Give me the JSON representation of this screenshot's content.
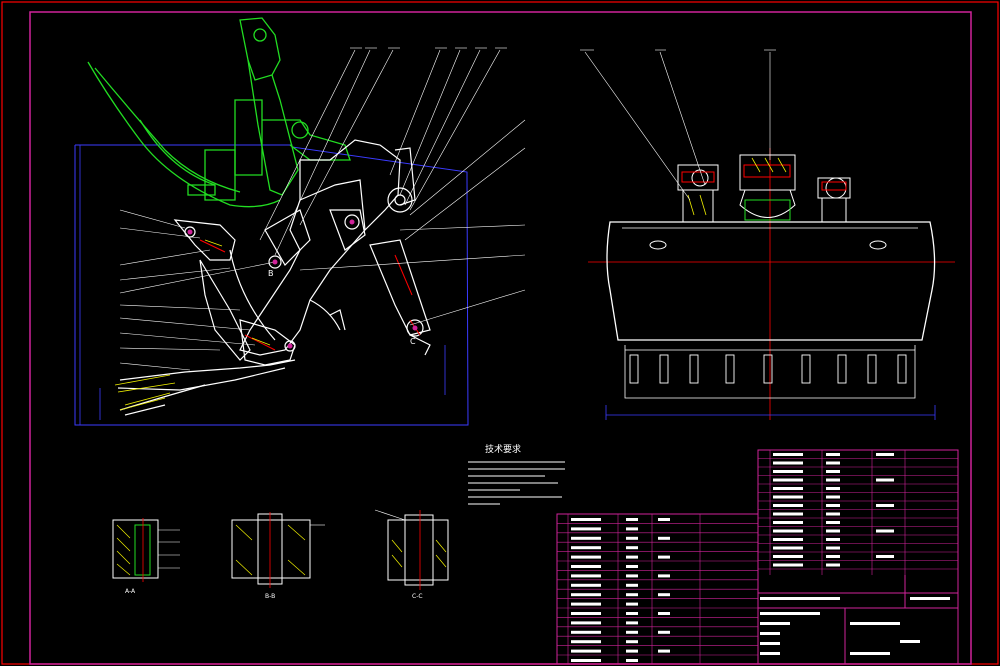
{
  "drawing": {
    "notes_title": "技术要求",
    "section_labels": [
      "A-A",
      "B-B",
      "C-C"
    ],
    "pivot_labels": [
      "B",
      "C"
    ],
    "colors": {
      "background": "#000000",
      "border": "#ff0000",
      "outline": "#ffffff",
      "blue": "#3b3bff",
      "green": "#22dd22",
      "yellow": "#f0f000",
      "magenta": "#d0239a",
      "cyan": "#00d0d0",
      "red": "#ff0000"
    }
  }
}
